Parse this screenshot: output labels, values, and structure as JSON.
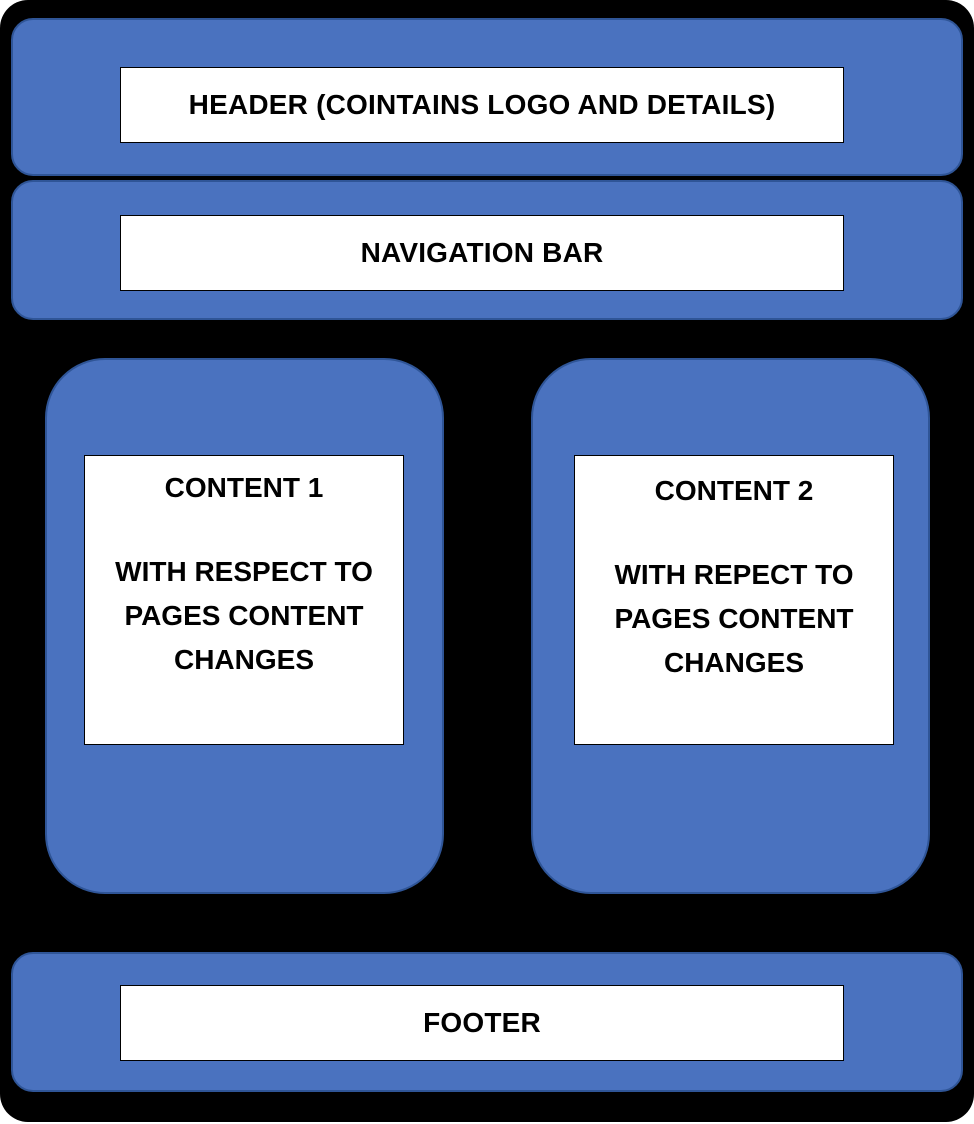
{
  "colors": {
    "background": "#000000",
    "band_fill": "#4A72BF",
    "band_border": "#2F5597",
    "box_fill": "#FFFFFF",
    "text": "#000000"
  },
  "header": {
    "label": "HEADER (COINTAINS LOGO AND DETAILS)"
  },
  "navigation": {
    "label": "NAVIGATION BAR"
  },
  "content_1": {
    "title": "CONTENT 1",
    "body": "WITH RESPECT TO PAGES CONTENT CHANGES"
  },
  "content_2": {
    "title": "CONTENT 2",
    "body": "WITH REPECT TO PAGES CONTENT CHANGES"
  },
  "footer": {
    "label": "FOOTER"
  }
}
